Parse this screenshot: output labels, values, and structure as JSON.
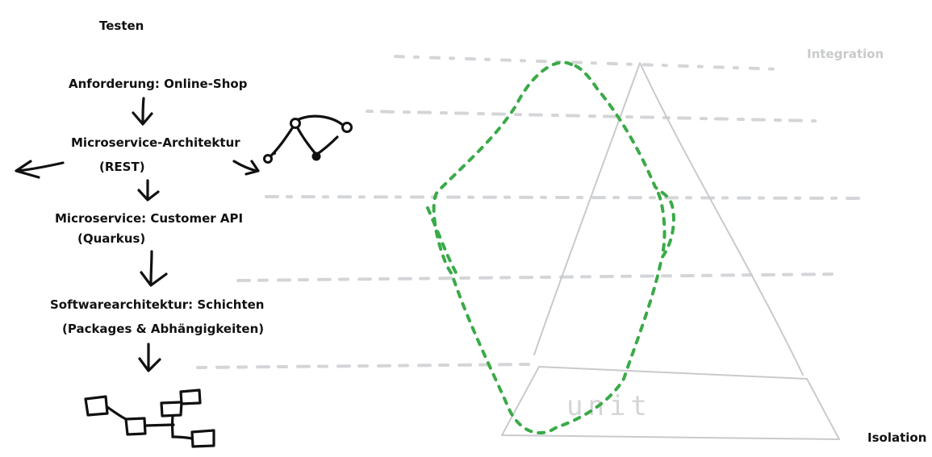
{
  "title": "Testen",
  "flow": {
    "requirement": "Anforderung: Online-Shop",
    "architecture_line1": "Microservice-Architektur",
    "architecture_line2": "(REST)",
    "service_line1": "Microservice: Customer API",
    "service_line2": "(Quarkus)",
    "software_line1": "Softwarearchitektur: Schichten",
    "software_line2": "(Packages & Abhängigkeiten)"
  },
  "pyramid": {
    "top_label": "Integration",
    "bottom_label": "Isolation",
    "base_label": "unit"
  },
  "icons": {
    "down_arrow": "down-arrow-icon",
    "left_arrow": "left-arrow-icon",
    "right_arrow": "right-arrow-icon",
    "network": "service-network-icon",
    "boxes": "package-dependency-icon"
  },
  "colors": {
    "ink": "#111111",
    "grey": "#c8cacc",
    "light_grey": "#d3d5d8",
    "green": "#3aaa48"
  }
}
